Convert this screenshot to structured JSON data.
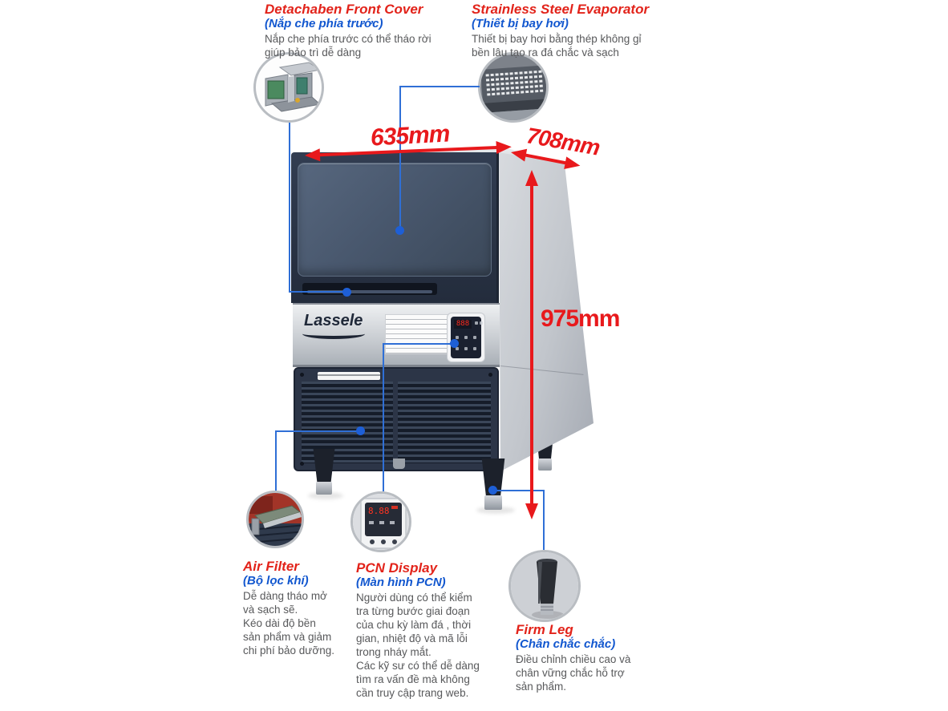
{
  "colors": {
    "accent_red": "#e8191c",
    "title_red": "#e2231a",
    "label_blue": "#1257cf",
    "body_text": "#58595b",
    "connector_blue": "#2f6fd6",
    "machine_navy": "#2c3547",
    "machine_steel": "#d9dbde"
  },
  "callouts": {
    "front_cover": {
      "title": "Detachaben Front Cover",
      "subtitle": "(Nắp che phía trước)",
      "body": "Nắp che phía trước có thể tháo rời\ngiúp bảo trì dễ dàng"
    },
    "evaporator": {
      "title": "Strainless Steel Evaporator",
      "subtitle": "(Thiết bị bay hơi)",
      "body": "Thiết bị bay hơi bằng thép không gỉ\nbền lâu tạo ra đá chắc và sạch"
    },
    "air_filter": {
      "title": "Air Filter",
      "subtitle": "(Bộ lọc khí)",
      "body": "Dễ dàng tháo mở\nvà sạch sẽ.\nKéo dài độ bền\nsản phẩm và giảm\nchi phí bảo dưỡng."
    },
    "pcn_display": {
      "title": "PCN Display",
      "subtitle": "(Màn hình PCN)",
      "body": "Người dùng có thể kiểm\ntra từng bước giai đoạn\ncủa chu kỳ làm đá , thời\ngian, nhiệt độ và mã lỗi\ntrong nháy mắt.\nCác kỹ sư có thể dễ dàng\ntìm ra vấn đề mà không\ncần truy cập trang web."
    },
    "firm_leg": {
      "title": "Firm Leg",
      "subtitle": "(Chân chắc chắc)",
      "body": "Điều chỉnh chiều cao và\nchân vững chắc hỗ trợ\nsản phẩm."
    }
  },
  "dimensions": {
    "front_width": "635mm",
    "depth": "708mm",
    "height": "975mm"
  },
  "machine": {
    "brand": "Lassele",
    "control_display_value": "888",
    "pcn_photo_display_value": "8.88"
  }
}
